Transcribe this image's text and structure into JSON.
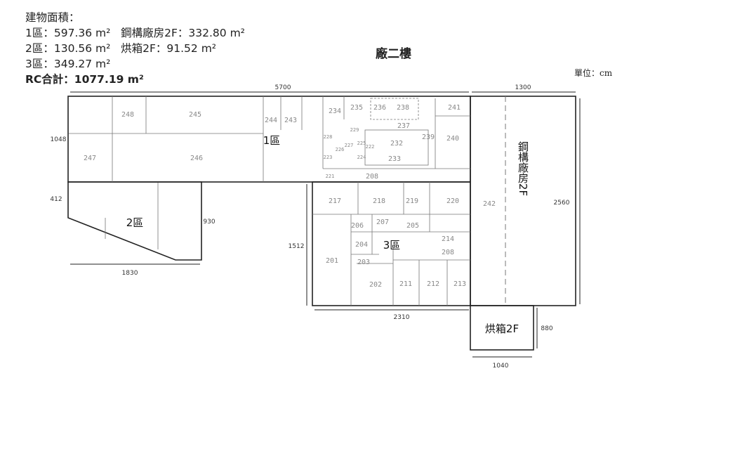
{
  "area_summary": {
    "heading": "建物面積：",
    "zone1": "1區：597.36 m²",
    "steel_2f": "鋼構廠房2F：332.80 m²",
    "zone2": "2區：130.56 m²",
    "oven_2f": "烘箱2F：91.52 m²",
    "zone3": "3區：349.27 m²",
    "rc_total": "RC合計：1077.19 m²"
  },
  "title": "廠二樓",
  "unit": "單位：cm",
  "zones": {
    "z1": "1區",
    "z2": "2區",
    "z3": "3區",
    "steel": "鋼構廠房2F",
    "oven": "烘箱2F"
  },
  "dimensions": [
    "5700",
    "1300",
    "1048",
    "412",
    "930",
    "1830",
    "1512",
    "2310",
    "2560",
    "880",
    "1040"
  ],
  "rooms": [
    "248",
    "245",
    "247",
    "246",
    "244",
    "243",
    "234",
    "235",
    "236",
    "238",
    "241",
    "237",
    "240",
    "239",
    "232",
    "233",
    "208",
    "217",
    "218",
    "219",
    "220",
    "242",
    "206",
    "207",
    "205",
    "214",
    "204",
    "208",
    "201",
    "203",
    "202",
    "211",
    "212",
    "213",
    "229",
    "228",
    "226",
    "227",
    "225",
    "224",
    "223",
    "222",
    "221"
  ]
}
